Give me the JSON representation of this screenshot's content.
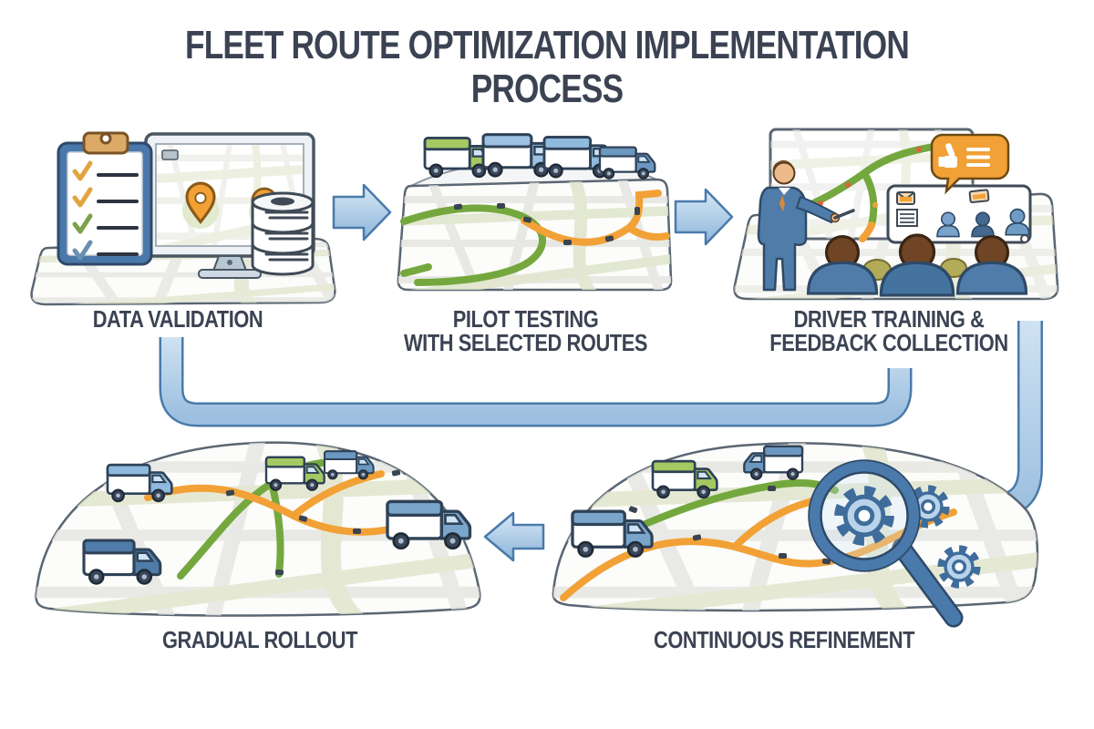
{
  "title": "FLEET ROUTE OPTIMIZATION IMPLEMENTATION PROCESS",
  "stages": [
    {
      "name": "data-validation",
      "lines": [
        "DATA VALIDATION"
      ]
    },
    {
      "name": "pilot-testing",
      "lines": [
        "PILOT TESTING",
        "WITH SELECTED ROUTES"
      ]
    },
    {
      "name": "driver-training",
      "lines": [
        "DRIVER TRAINING &",
        "FEEDBACK COLLECTION"
      ]
    },
    {
      "name": "gradual-rollout",
      "lines": [
        "GRADUAL ROLLOUT"
      ]
    },
    {
      "name": "continuous-refinement",
      "lines": [
        "CONTINUOUS REFINEMENT"
      ]
    }
  ],
  "connectors": [
    {
      "name": "arrow-data-validation-to-pilot-testing",
      "direction": "right"
    },
    {
      "name": "arrow-pilot-testing-to-driver-training",
      "direction": "right"
    },
    {
      "name": "pipe-return-loop",
      "direction": "left"
    },
    {
      "name": "arrow-driver-training-to-continuous-refinement",
      "direction": "down-left-hook"
    },
    {
      "name": "arrow-continuous-refinement-to-gradual-rollout",
      "direction": "left"
    }
  ],
  "colors": {
    "title_color": "#3b4353",
    "accent_blue": "#4a7aab",
    "arrow_fill_light": "#d8e9f6",
    "arrow_fill_dark": "#8cb4d9",
    "route_green": "#74a83e",
    "route_orange": "#f2a136",
    "truck_blue": "#6b97c0",
    "truck_green": "#a4c862",
    "panel_stroke": "#5a6672"
  }
}
